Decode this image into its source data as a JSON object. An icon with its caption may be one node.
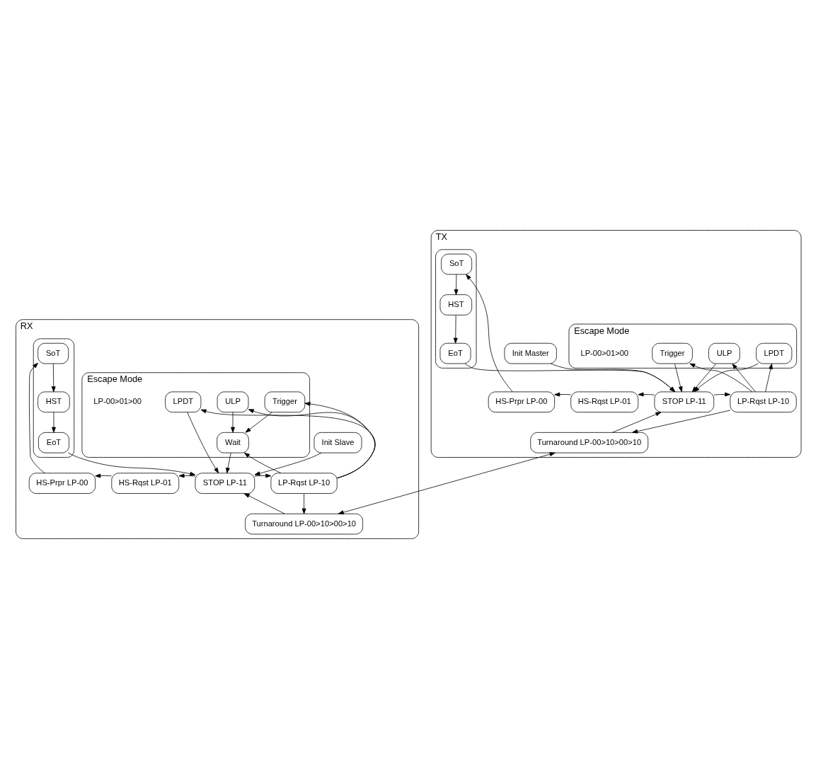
{
  "diagram": {
    "nodes": [
      {
        "text": [
          "TX"
        ]
      },
      {
        "text": [
          "Init Master"
        ],
        "in": 0
      },
      {
        "text": [
          "Escape Mode"
        ],
        "in": 0
      },
      {
        "text": [
          "Trigger"
        ],
        "in": 2
      },
      {
        "text": [
          "ULP"
        ],
        "in": 2
      },
      {
        "text": [
          "LPDT"
        ],
        "in": 2
      },
      {
        "text": [
          "HS-Prpr LP-00"
        ],
        "in": 0
      },
      {
        "text": [
          "HS-Rqst LP-01"
        ],
        "in": 0
      },
      {
        "text": [
          "STOP LP-11"
        ],
        "in": 0
      },
      {
        "text": [
          "LP-Rqst LP-10"
        ],
        "in": 0
      },
      {
        "text": [],
        "shape": "box",
        "in": 0
      },
      {
        "text": [
          "SoT"
        ],
        "in": 10
      },
      {
        "text": [
          "HST"
        ],
        "in": 10
      },
      {
        "text": [
          "EoT"
        ],
        "in": 10
      },
      {
        "text": [
          "Turnaround LP-00>10>00>10"
        ],
        "in": 0
      },
      {
        "text": [
          "RX"
        ]
      },
      {
        "text": [
          "Init Slave"
        ],
        "in": 15
      },
      {
        "text": [
          "Escape Mode"
        ],
        "in": 15
      },
      {
        "text": [
          "Trigger"
        ],
        "in": 17
      },
      {
        "text": [
          "ULP"
        ],
        "in": 17
      },
      {
        "text": [
          "Wait"
        ],
        "in": 17
      },
      {
        "text": [
          "LPDT"
        ],
        "in": 17
      },
      {
        "text": [
          "HS-Prpr LP-00"
        ],
        "in": 15
      },
      {
        "text": [
          "HS-Rqst LP-01"
        ],
        "in": 15
      },
      {
        "text": [
          "STOP LP-11"
        ],
        "in": 15
      },
      {
        "text": [
          "LP-Rqst LP-10"
        ],
        "in": 15
      },
      {
        "text": [],
        "shape": "box",
        "in": 15
      },
      {
        "text": [
          "SoT"
        ],
        "in": 26
      },
      {
        "text": [
          "HST"
        ],
        "in": 26
      },
      {
        "text": [
          "EoT"
        ],
        "in": 26
      },
      {
        "text": [
          "Turnaround LP-00>10>00>10"
        ],
        "in": 15
      }
    ],
    "edges": [
      {
        "from": 1,
        "to": 8,
        "arrow": "to"
      },
      {
        "from": 3,
        "to": 8,
        "arrow": "to"
      },
      {
        "from": 4,
        "to": 8,
        "arrow": "to"
      },
      {
        "from": 5,
        "to": 8,
        "arrow": "to"
      },
      {
        "from": 9,
        "to": 3,
        "arrow": "to"
      },
      {
        "from": 9,
        "to": 4,
        "arrow": "to"
      },
      {
        "from": 9,
        "to": 5,
        "arrow": "to"
      },
      {
        "from": 8,
        "to": 7,
        "arrow": "to"
      },
      {
        "from": 7,
        "to": 6,
        "arrow": "to"
      },
      {
        "from": 8,
        "to": 9,
        "arrow": "to"
      },
      {
        "from": 6,
        "to": 11,
        "arrow": "to"
      },
      {
        "from": 11,
        "to": 12,
        "arrow": "to"
      },
      {
        "from": 12,
        "to": 13,
        "arrow": "to"
      },
      {
        "from": 13,
        "to": 8,
        "arrow": "to"
      },
      {
        "from": 14,
        "to": 8,
        "arrow": "to"
      },
      {
        "from": 9,
        "to": 14,
        "arrow": "to"
      },
      {
        "from": 14,
        "to": 30,
        "arrow": "both"
      },
      {
        "from": 16,
        "to": 24,
        "arrow": "to"
      },
      {
        "from": 18,
        "to": 20,
        "arrow": "to"
      },
      {
        "from": 19,
        "to": 20,
        "arrow": "to"
      },
      {
        "from": 20,
        "to": 24,
        "arrow": "to"
      },
      {
        "from": 21,
        "to": 24,
        "arrow": "to"
      },
      {
        "from": 25,
        "to": 18,
        "arrow": "to"
      },
      {
        "from": 25,
        "to": 19,
        "arrow": "to"
      },
      {
        "from": 25,
        "to": 20,
        "arrow": "to"
      },
      {
        "from": 25,
        "to": 21,
        "arrow": "to"
      },
      {
        "from": 24,
        "to": 23,
        "arrow": "to"
      },
      {
        "from": 23,
        "to": 22,
        "arrow": "to"
      },
      {
        "from": 24,
        "to": 25,
        "arrow": "to"
      },
      {
        "from": 22,
        "to": 27,
        "arrow": "to"
      },
      {
        "from": 27,
        "to": 28,
        "arrow": "to"
      },
      {
        "from": 28,
        "to": 29,
        "arrow": "to"
      },
      {
        "from": 29,
        "to": 24,
        "arrow": "to"
      },
      {
        "from": 30,
        "to": 24,
        "arrow": "to"
      },
      {
        "from": 25,
        "to": 30,
        "arrow": "to"
      }
    ],
    "labels": [
      "LP-00>01>00",
      "LP-00>01>00"
    ]
  }
}
